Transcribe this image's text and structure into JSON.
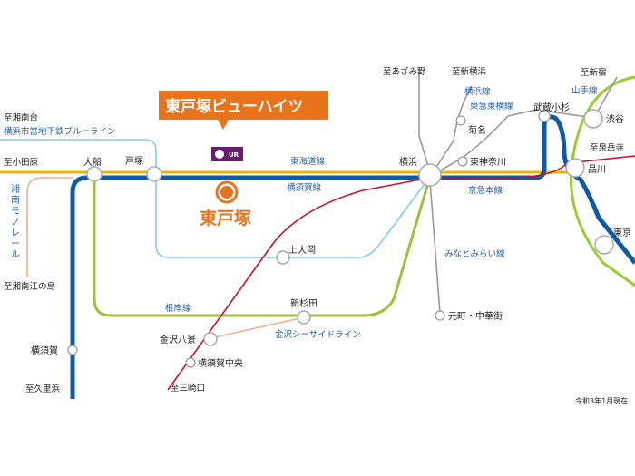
{
  "property": {
    "name": "東戸塚ビューハイツ",
    "station": "東戸塚",
    "logo": "UR"
  },
  "colors": {
    "tokaido": "#f0b400",
    "yokosuka": "#0d5aa7",
    "bluelineA": "#7fcde8",
    "negishi": "#a4bd3a",
    "keikyu": "#c8102e",
    "seaside": "#f2b08c",
    "shonan": "#f2b08c",
    "yamanote": "#9acd32",
    "orange": "#e8731a"
  },
  "destinations": {
    "shonandai": "至湘南台",
    "odawara": "至小田原",
    "shonanenoshima": "至湘南江の島",
    "kurihama": "至久里浜",
    "misakiguchi": "至三崎口",
    "azamino": "至あざみ野",
    "shinyokohama": "至新横浜",
    "shinjuku": "至新宿",
    "sengakuji": "至泉岳寺"
  },
  "lines": {
    "blueline": "横浜市営地下鉄ブルーライン",
    "tokaido": "東海道線",
    "yokosuka": "横須賀線",
    "negishi": "根岸線",
    "seaside": "金沢シーサイドライン",
    "keikyu": "京急本線",
    "minatomirai": "みなとみらい線",
    "yokohama": "横浜線",
    "toyoko": "東急東横線",
    "yamanote": "山手線",
    "shonanmono": "湘南モノレール"
  },
  "stations": {
    "ofuna": "大船",
    "totsuka": "戸塚",
    "yokohama": "横浜",
    "kamiooka": "上大岡",
    "shinsugita": "新杉田",
    "kanazawahakkei": "金沢八景",
    "yokosukachuo": "横須賀中央",
    "yokosuka": "横須賀",
    "motomachi": "元町・中華街",
    "kikuna": "菊名",
    "higashikanagawa": "東神奈川",
    "musashikosugi": "武蔵小杉",
    "shibuya": "渋谷",
    "shinagawa": "品川",
    "tokyo": "東京"
  },
  "footnote": "令和3年1月現在"
}
